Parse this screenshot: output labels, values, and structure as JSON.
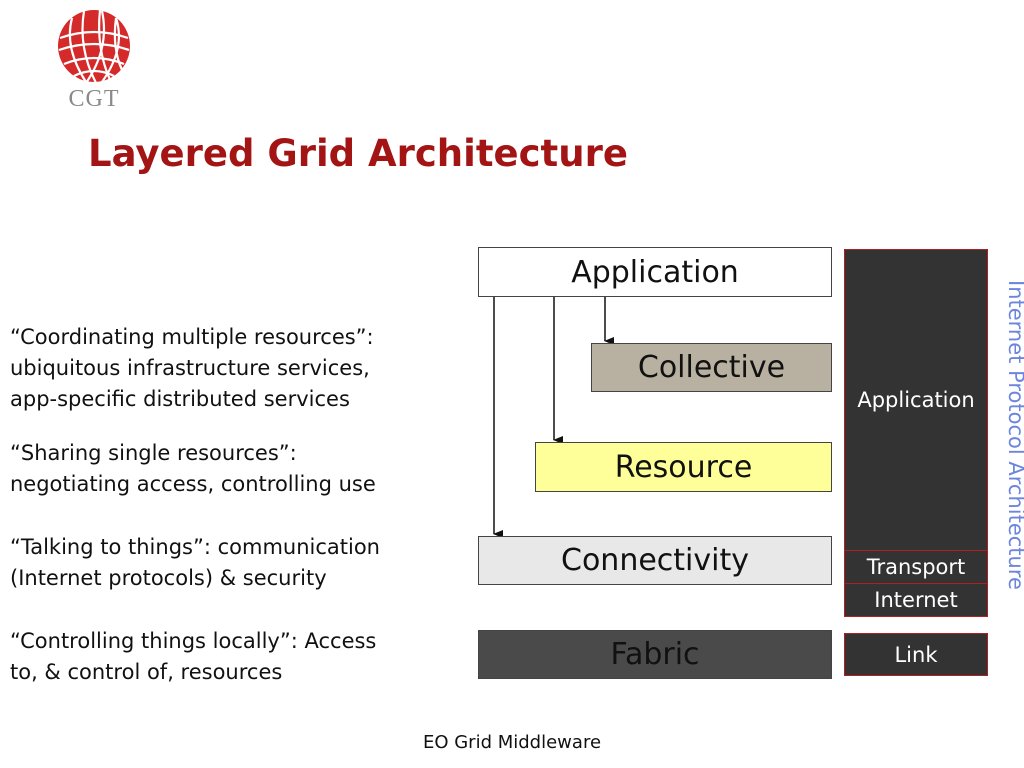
{
  "logo": {
    "text": "CGT",
    "colors": {
      "globe": "#d42a2a",
      "grid": "#ffffff"
    }
  },
  "title": "Layered Grid Architecture",
  "descriptions": [
    {
      "line1": "“Coordinating multiple resources”:",
      "line2": "ubiquitous infrastructure services,",
      "line3": "app-specific distributed services"
    },
    {
      "line1": "“Sharing single resources”:",
      "line2": "negotiating access, controlling use"
    },
    {
      "line1": "“Talking to things”: communication",
      "line2": "(Internet protocols) & security"
    },
    {
      "line1": "“Controlling things locally”: Access",
      "line2": "to, & control of, resources"
    }
  ],
  "grid_layers": {
    "application": "Application",
    "collective": "Collective",
    "resource": "Resource",
    "connectivity": "Connectivity",
    "fabric": "Fabric"
  },
  "ip_stack": {
    "label": "Internet Protocol Architecture",
    "application": "Application",
    "transport": "Transport",
    "internet": "Internet",
    "link": "Link"
  },
  "footer": "EO Grid Middleware",
  "colors": {
    "title": "#a31515",
    "collective": "#b8b0a0",
    "resource": "#ffff99",
    "connectivity": "#e8e8e8",
    "fabric": "#4a4a4a",
    "ip_box": "#333333",
    "ip_border": "#b02020",
    "ip_label": "#6d86dc"
  }
}
